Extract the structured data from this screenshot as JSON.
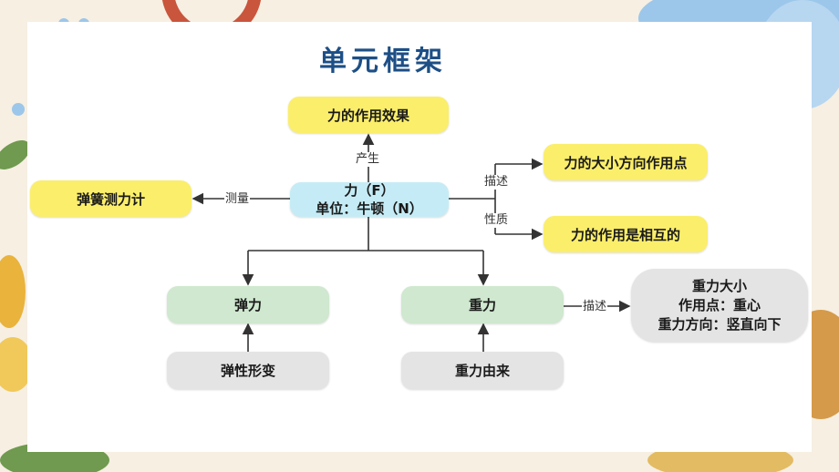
{
  "title": "单元框架",
  "center": {
    "line1": "力（F）",
    "line2": "单位：牛顿（N）"
  },
  "top_node": "力的作用效果",
  "left_node": "弹簧测力计",
  "right_top_node": "力的大小方向作用点",
  "right_bottom_node": "力的作用是相互的",
  "elastic": "弹力",
  "gravity": "重力",
  "elastic_cause": "弹性形变",
  "gravity_cause": "重力由来",
  "gravity_desc": {
    "line1": "重力大小",
    "line2": "作用点：重心",
    "line3": "重力方向：竖直向下"
  },
  "labels": {
    "produce": "产生",
    "measure": "测量",
    "describe": "描述",
    "nature": "性质",
    "describe2": "描述"
  },
  "colors": {
    "title": "#1d4f86",
    "yellow": "#fbee6a",
    "cyan": "#c5ecf6",
    "green": "#cfe8cf",
    "gray": "#e4e4e4"
  }
}
